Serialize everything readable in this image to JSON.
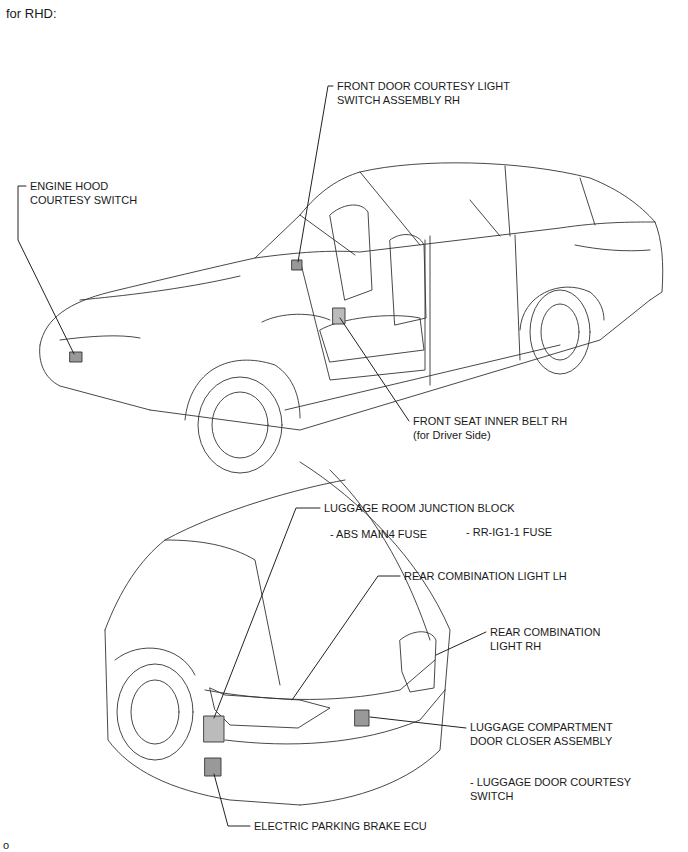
{
  "diagram": {
    "title": "for RHD:",
    "labels": [
      "FRONT DOOR COURTESY LIGHT SWITCH ASSEMBLY RH",
      "ENGINE HOOD COURTESY SWITCH",
      "FRONT SEAT INNER BELT RH",
      "(for Driver Side)",
      "LUGGAGE ROOM JUNCTION BLOCK",
      "- ABS MAIN4 FUSE",
      "- RR-IG1-1 FUSE",
      "REAR COMBINATION LIGHT LH",
      "REAR COMBINATION LIGHT RH",
      "LUGGAGE COMPARTMENT DOOR CLOSER ASSEMBLY",
      "- LUGGAGE DOOR COURTESY SWITCH",
      "ELECTRIC PARKING BRAKE ECU",
      "o"
    ]
  }
}
